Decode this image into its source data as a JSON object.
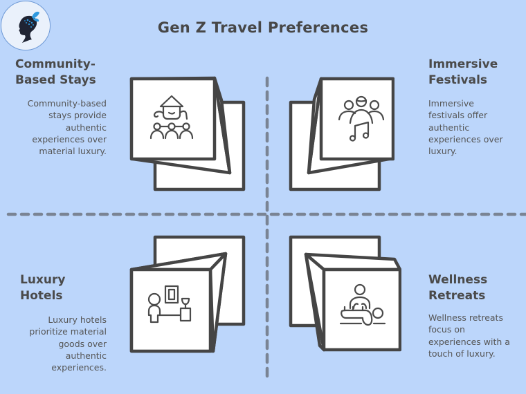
{
  "title": "Gen Z Travel Preferences",
  "logo": {
    "icon": "woman-silhouette-butterfly-icon"
  },
  "axes": {
    "horizontal": "dashed divider",
    "vertical": "dashed divider",
    "color": "#7a8494"
  },
  "quadrants": [
    {
      "position": "top-left",
      "heading_line1": "Community-",
      "heading_line2": "Based Stays",
      "description_lines": [
        "Community-based",
        "stays provide",
        "authentic",
        "experiences over",
        "material luxury."
      ],
      "icon": "community-house-people-icon"
    },
    {
      "position": "top-right",
      "heading_line1": "Immersive",
      "heading_line2": "Festivals",
      "description_lines": [
        "Immersive",
        "festivals offer",
        "authentic",
        "experiences over",
        "luxury."
      ],
      "icon": "crowd-music-note-icon"
    },
    {
      "position": "bottom-left",
      "heading_line1": "Luxury",
      "heading_line2": "Hotels",
      "description_lines": [
        "Luxury hotels",
        "prioritize material",
        "goods over",
        "authentic",
        "experiences."
      ],
      "icon": "person-art-vase-icon"
    },
    {
      "position": "bottom-right",
      "heading_line1": "Wellness",
      "heading_line2": "Retreats",
      "description_lines": [
        "Wellness retreats",
        "focus on",
        "experiences with a",
        "touch of luxury."
      ],
      "icon": "massage-spa-icon"
    }
  ],
  "colors": {
    "background": "#bcd6fb",
    "stroke": "#454545",
    "box_fill": "#ffffff",
    "text": "#4a4a4a",
    "divider": "#7a8494"
  }
}
